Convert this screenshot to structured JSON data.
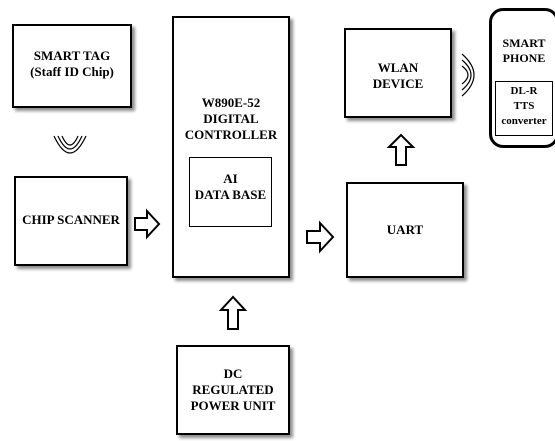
{
  "blocks": {
    "smart_tag": "SMART TAG\n(Staff ID Chip)",
    "chip_scanner": "CHIP SCANNER",
    "controller": "W890E-52\nDIGITAL\nCONTROLLER",
    "ai_database": "AI\nDATA BASE",
    "power_unit": "DC\nREGULATED\nPOWER UNIT",
    "uart": "UART",
    "wlan": "WLAN\nDEVICE",
    "smart_phone": "SMART\nPHONE",
    "tts": "DL-R\nTTS\nconverter"
  }
}
